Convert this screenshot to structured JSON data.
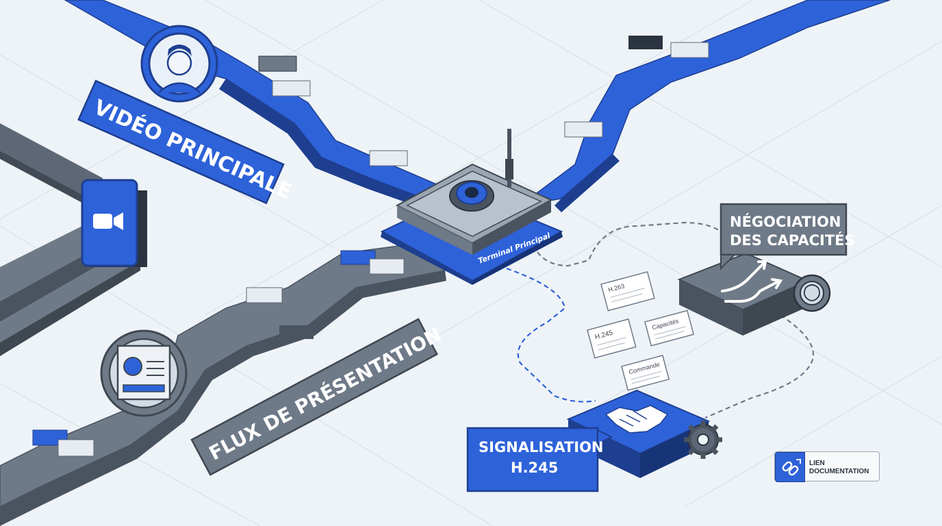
{
  "labels": {
    "video_main": "VIDÉO PRINCIPALE",
    "presentation_stream": "FLUX DE PRÉSENTATION",
    "terminal": "Terminal Principal",
    "negotiation_line1": "NÉGOCIATION",
    "negotiation_line2": "DES CAPACITÉS",
    "signaling_line1": "SIGNALISATION",
    "signaling_line2": "H.245",
    "doc_link_line1": "LIEN",
    "doc_link_line2": "DOCUMENTATION"
  },
  "cards": [
    {
      "title": "H.263"
    },
    {
      "title": "H.245"
    },
    {
      "title": "Capacités"
    },
    {
      "title": "Commande"
    }
  ],
  "colors": {
    "blue": "#2e62d9",
    "blue_dark": "#1e3f8f",
    "gray": "#6f7a88",
    "gray_dark": "#4a5360",
    "background": "#eef3f8"
  },
  "icons": [
    "person-avatar-icon",
    "video-camera-icon",
    "presentation-document-icon",
    "webcam-lens-icon",
    "antenna-icon",
    "handshake-icon",
    "gear-icon",
    "brain-icon",
    "merge-arrows-icon",
    "chain-link-icon"
  ]
}
